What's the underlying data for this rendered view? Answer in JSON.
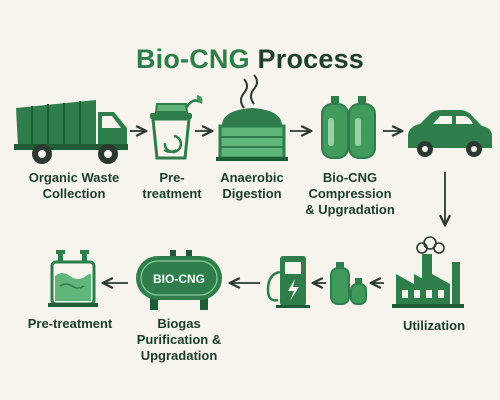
{
  "title": {
    "accent": "Bio-CNG",
    "rest": "Process"
  },
  "steps": {
    "organic_waste": {
      "line1": "Organic Waste",
      "line2": "Collection"
    },
    "pretreatment_top": {
      "line1": "Pre-",
      "line2": "treatment"
    },
    "anaerobic": {
      "line1": "Anaerobic",
      "line2": "Digestion"
    },
    "compression": {
      "line1": "Bio-CNG",
      "line2": "Compression",
      "line3": "& Upgradation"
    },
    "utilization": {
      "line1": "Utilization"
    },
    "purification": {
      "line1": "Biogas",
      "line2": "Purification &",
      "line3": "Upgradation"
    },
    "pretreatment_bottom": {
      "line1": "Pre-treatment"
    }
  },
  "tank_label": "BIO-CNG",
  "colors": {
    "dark_green": "#2e7d4a",
    "mid_green": "#3f9a5c",
    "light_green": "#5fb57a",
    "text": "#1b3d28",
    "background": "#f6f4ec"
  },
  "icons": [
    "garbage-truck-icon",
    "compost-bin-icon",
    "digester-dome-icon",
    "gas-cylinders-icon",
    "car-icon",
    "factory-icon",
    "gas-cylinder-small-icon",
    "fuel-pump-icon",
    "bio-cng-tank-icon",
    "pretreatment-tank-icon"
  ]
}
